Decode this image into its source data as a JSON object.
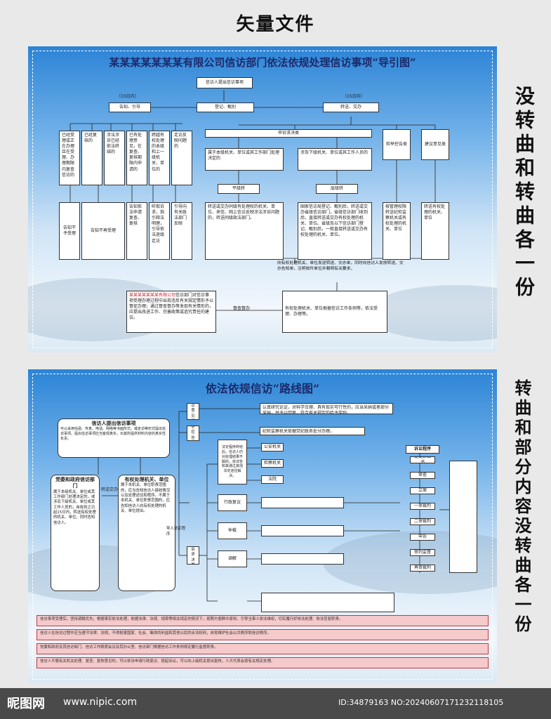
{
  "header": {
    "title": "矢量文件"
  },
  "side_labels": {
    "top": "没转曲和转曲各一份",
    "bottom": "转曲和部分内容没转曲各一份"
  },
  "panel1": {
    "title": "某某某某某某某有限公司信访部门依法依规处理信访事项“导引图”",
    "start": "信访人提出信访事项",
    "days_left": "（15日内）",
    "days_right": "（15日内）",
    "guide": "告知、引导",
    "register": "登记、甄别",
    "transfer": "转送、交办",
    "left_cols": [
      "已经受理或正在办理且在受理、办理期限内复查信访的",
      "已经复核的",
      "涉法涉诉已经依法终结的",
      "已有处理意见，在复查、复核期限内申请的",
      "跨越有权处理的本级和上一级机关、单位的",
      "走访反映问题的"
    ],
    "left_results": [
      "告知不予受理",
      "告知不再受理",
      "告知依法申请复查、复核",
      "听取诉求，指引释法明理，引导依法逐级走访",
      "引导向有关政法部门反映"
    ],
    "appeal": "申诉求决类",
    "same_level_desc": "属于本级机关、单位或其工作部门处理决定的",
    "upper_level_desc": "涉及下级机关、单位或其工作人员的",
    "same_level": "平级转",
    "upper_level": "层级转",
    "same_level_detail": "转送或交办同级有处理权的机关、单位、来信、网上信访反映涉法涉诉问题的，转送同级政法部门。",
    "upper_level_detail": "国家信访局登记、甄别后，转送或交办省级信访部门，省级信访部门收到后，直接转送或交办有权处理的机关、单位。省级及以下信访部门登记、甄别后，一般直接转送或交办有权处理的机关、单位。",
    "inspect": "检举控告类",
    "suggest": "建议意见类",
    "inspect_detail": "按管理权限转送纪检监察机关或有权处理的机关、单位",
    "suggest_detail": "转送有权处理的机关、单位",
    "notice": "向有权处理机关、单位发送转送、交办单，同时向信访人发放转送、交办告知单，注明收件单位并载明有关要求。",
    "company": "某某某某某某某有限公司",
    "supervise_text": "信访部门对信访事项受理办理过程中出现违反有关规定情形予以督促办理；通过督查督办等发现有关情形的，应提出改进工作、完善政策或追究责任的建议。",
    "supervise": "督查督办",
    "final": "有权处理机关、单位根据信访工作条例等，依法受理、办理等。"
  },
  "panel2": {
    "title": "依法依规信访“路线图”",
    "start": "信访人提出信访事项",
    "start_detail": "可以采用信函、传真、电话、网络等书面形式，或走访等形式提出信访事项。提出信访事项应当客观真实，对其所提供材料内容的真实性负责。",
    "party": "党委和政府信访部门",
    "party_detail": "属于本级机关、单位或其工作部门处理决定的，或涉及下级机关、单位或其工作人员的，自收到之日起15日内，转送有权处理的机关、单位，同时告知信访人。",
    "authority": "有权处理机关、单位",
    "authority_detail": "属于本机关、单位职责范围的，应当告知信访人接收情况以及处理途径和程序。不属于本机关、单位职责范围的，应告知信访人向有权处理的机关、单位提出。",
    "transfer": "转送交办",
    "law_track": "导入法定程序",
    "side_nodes": [
      "建议意见类",
      "检举控告类",
      "申诉求决类"
    ],
    "route1": "认真研究论证，对科学合理、具有现实可行性的，应当采纳或者部分采纳，并予以回复，符合有关规定的给予奖励。",
    "route2": "纪检监察机关依据党纪政务处分办理。",
    "public_security": "公安机关",
    "procuratorate": "检察机关",
    "court": "法院",
    "litigation": "诉讼程序",
    "lit_steps": [
      "提交诉讼书",
      "审查",
      "立案",
      "一审裁判",
      "二审裁判",
      "申诉",
      "审判监督",
      "再审裁判"
    ],
    "admin_review": "行政复议",
    "arbitration": "仲裁",
    "mediation": "调解",
    "verdict": "法定程序终结后，信访人仍对处理结果不服的，依法告知其通过其他法定途径解决。",
    "notes": [
      "信访事项受理后，坚持调解优先，根据事实依法处理，依据法律、法规、规章等相关规定的情况下，按照方便群众原则，引导当事人依法维权，切实履行好依法处理、依法答复职责。",
      "信访人在信访过程中应当遵守法律、法规，不得损害国家、社会、集体的利益和其他公民的合法权利，自觉维护社会公共秩序和信访秩序。",
      "党委和政府及其信访部门、信访工作联席会议及其办公室、信访部门根据信访工作条例规定履行监督职责。",
      "信访人不服有关机关处理、复查、复核意见的，可以依法申请行政复议、提起诉讼，可以向上级机关提出复核，人大代表会按有关规定处理。"
    ]
  },
  "footer": {
    "logo": "昵图网",
    "url": "www.nipic.com",
    "id": "ID:34879163 NO:20240607171232118105"
  }
}
